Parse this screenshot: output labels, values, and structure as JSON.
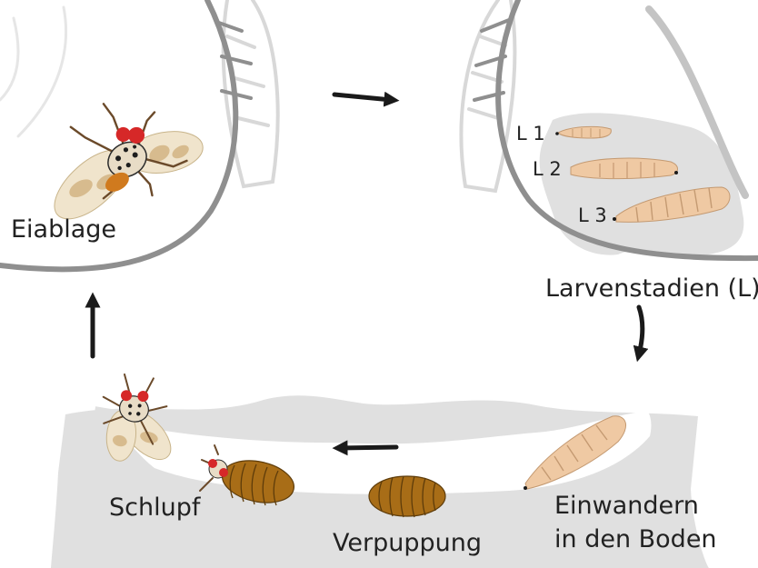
{
  "labels": {
    "eiablage": "Eiablage",
    "larvenstadien": "Larvenstadien (L)",
    "l1": "L 1",
    "l2": "L 2",
    "l3": "L 3",
    "einwandern_line1": "Einwandern",
    "einwandern_line2": "in den Boden",
    "verpuppung": "Verpuppung",
    "schlupf": "Schlupf"
  },
  "colors": {
    "ground": "#e0e0e0",
    "bulb_outline": "#8f8f8f",
    "leaf_outline": "#d8d8d8",
    "larva": "#efc9a3",
    "larva_segment": "#c49a72",
    "pupa": "#a86d17",
    "pupa_stripe": "#5e3c0a",
    "fly_eye": "#d62828",
    "arrow": "#1a1a1a",
    "text": "#222222"
  }
}
